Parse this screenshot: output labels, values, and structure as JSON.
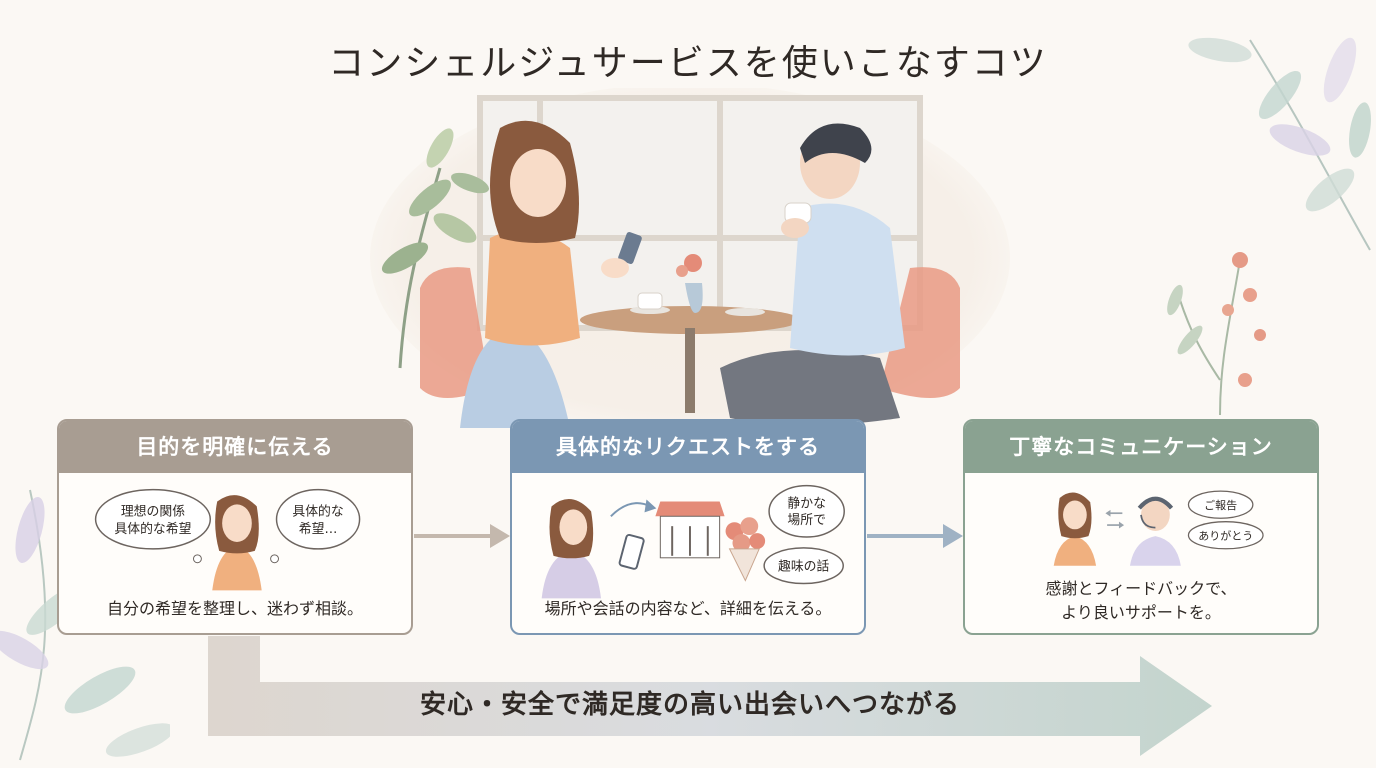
{
  "title": "コンシェルジュサービスを使いこなすコツ",
  "steps": [
    {
      "heading": "目的を明確に伝える",
      "bubbles": [
        "理想の関係",
        "具体的な希望",
        "具体的な",
        "希望…"
      ],
      "description": "自分の希望を整理し、迷わず相談。"
    },
    {
      "heading": "具体的なリクエストをする",
      "bubbles": [
        "静かな",
        "場所で",
        "趣味の話"
      ],
      "description": "場所や会話の内容など、詳細を伝える。"
    },
    {
      "heading": "丁寧なコミュニケーション",
      "bubbles": [
        "ご報告",
        "ありがとう"
      ],
      "description_lines": [
        "感謝とフィードバックで、",
        "より良いサポートを。"
      ]
    }
  ],
  "conclusion": "安心・安全で満足度の高い出会いへつながる",
  "colors": {
    "step1": "#a89d92",
    "step2": "#7b97b3",
    "step3": "#8aa291",
    "background": "#fbf8f4"
  }
}
